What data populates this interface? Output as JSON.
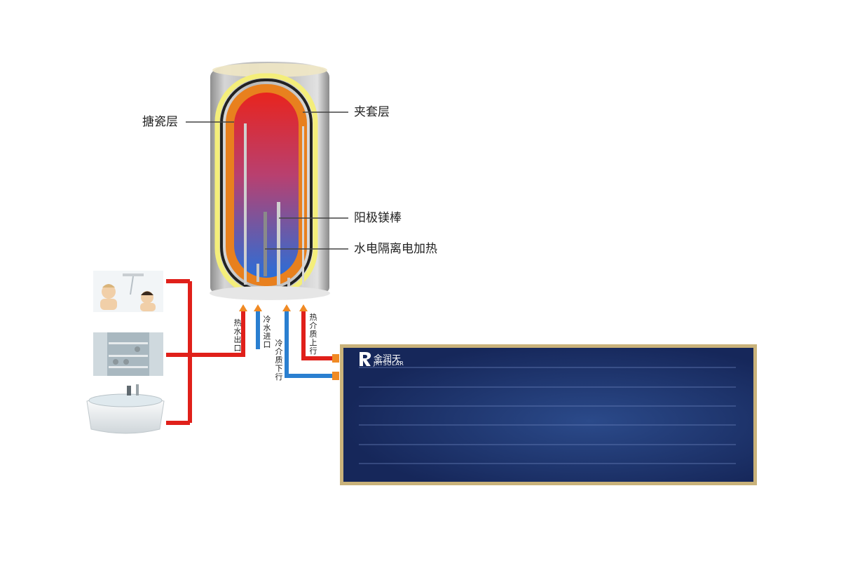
{
  "labels": {
    "enamel_layer": "搪瓷层",
    "jacket_layer": "夹套层",
    "anode_rod": "阳极镁棒",
    "water_electric_isolation": "水电隔离电加热",
    "hot_water_outlet": "热水出口",
    "cold_water_inlet": "冷水进口",
    "cold_medium_down": "冷介质下行",
    "hot_medium_up": "热介质上行"
  },
  "logo": {
    "name": "金润天",
    "sub": "JRTSOLAR"
  },
  "colors": {
    "hot_pipe": "#e0201a",
    "cold_pipe": "#2a7fd0",
    "jacket": "#e8801e",
    "panel": "#1b2f63",
    "panel_frame": "#c9b27a"
  },
  "thumbnails": [
    "child-shower-photo",
    "kitchen-shelf-photo",
    "bathtub-photo"
  ]
}
